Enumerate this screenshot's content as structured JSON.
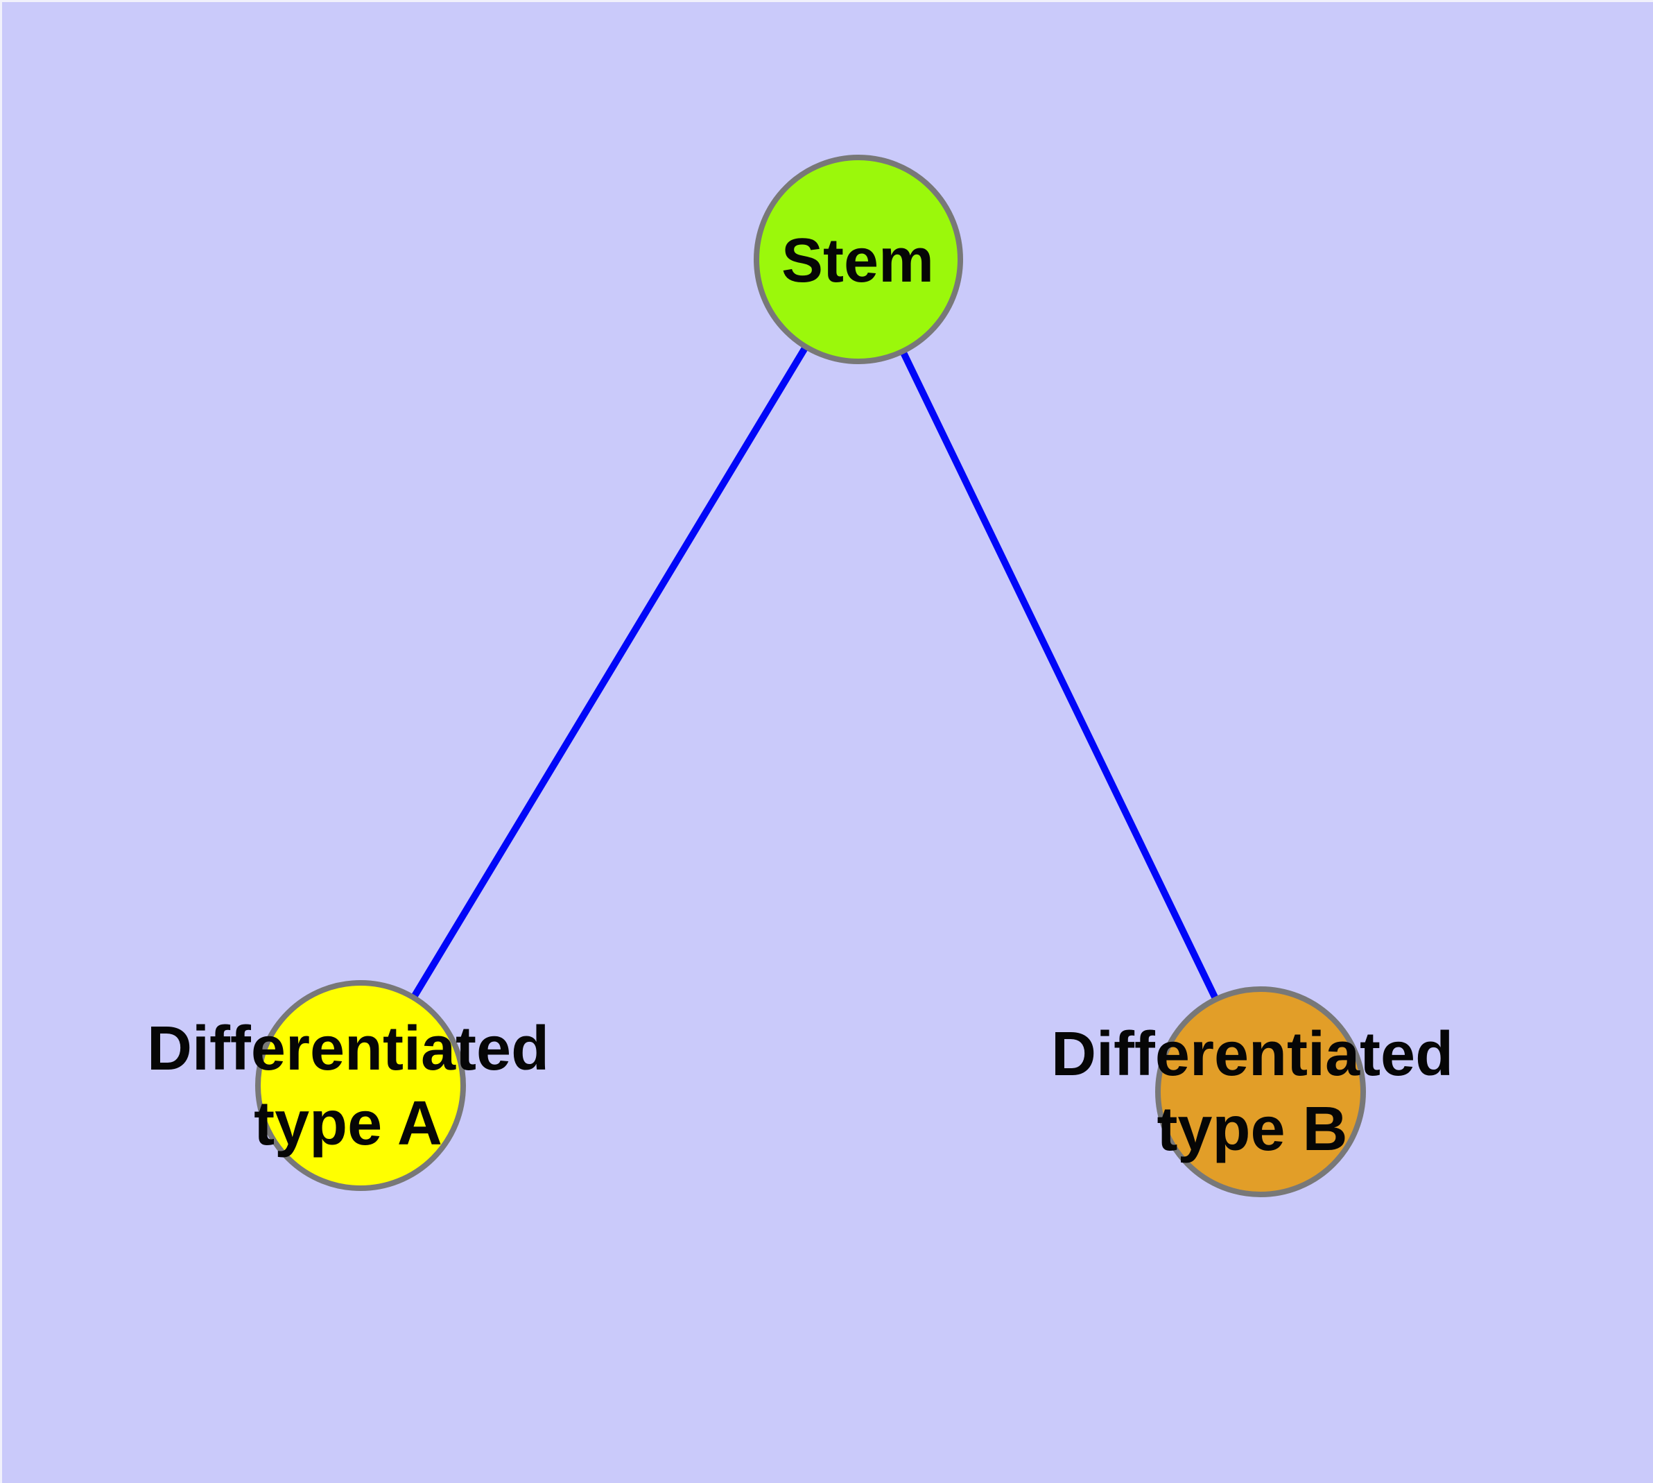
{
  "background": "#cacafa",
  "edge_color": "#0007f8",
  "node_border_color": "#787878",
  "text_color": "#060606",
  "nodes": {
    "stem": {
      "label": "Stem",
      "fill": "#9bf80b"
    },
    "type_a": {
      "label_line1": "Differentiated",
      "label_line2": "type A",
      "fill": "#ffff00"
    },
    "type_b": {
      "label_line1": "Differentiated",
      "label_line2": "type B",
      "fill": "#e29e28"
    }
  },
  "edges": [
    {
      "from": "stem",
      "to": "type_a"
    },
    {
      "from": "stem",
      "to": "type_b"
    }
  ]
}
